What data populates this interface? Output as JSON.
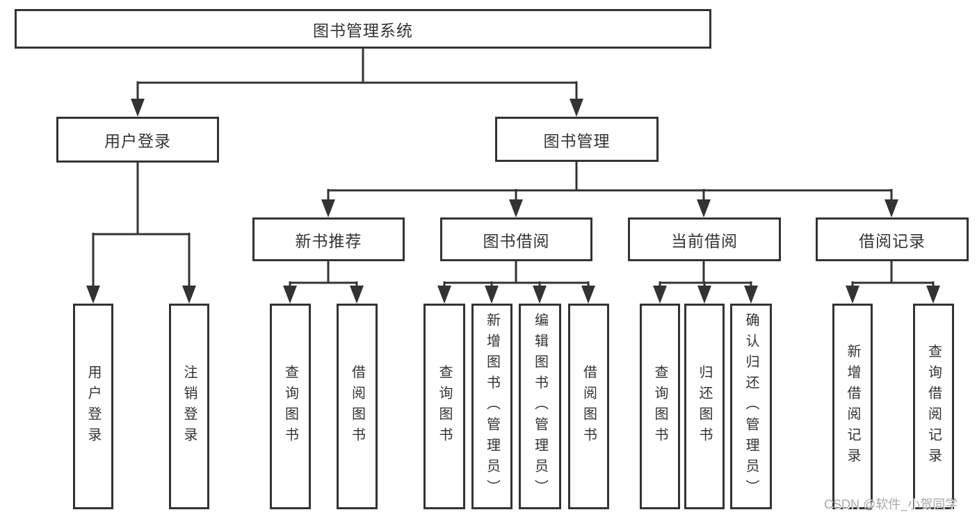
{
  "diagram": {
    "title": "图书管理系统",
    "type": "hierarchy-tree",
    "colors": {
      "line": "#333333",
      "text": "#333333",
      "box_background": "#ffffff",
      "page_background": "#ffffff",
      "watermark": "#a8a8a8"
    },
    "watermark": "CSDN @软件_小贺同学"
  },
  "nodes": {
    "root": {
      "label": "图书管理系统"
    },
    "user_login": {
      "label": "用户登录"
    },
    "book_mgmt": {
      "label": "图书管理"
    },
    "new_book_rec": {
      "label": "新书推荐"
    },
    "book_borrow": {
      "label": "图书借阅"
    },
    "current_borrow": {
      "label": "当前借阅"
    },
    "borrow_records": {
      "label": "借阅记录"
    },
    "leaf_user_login": {
      "label": "用户登录"
    },
    "leaf_logout": {
      "label": "注销登录"
    },
    "leaf_query_book_1": {
      "label": "查询图书"
    },
    "leaf_borrow_book_1": {
      "label": "借阅图书"
    },
    "leaf_query_book_2": {
      "label": "查询图书"
    },
    "leaf_add_book": {
      "label": "新增图书（管理员）"
    },
    "leaf_edit_book": {
      "label": "编辑图书（管理员）"
    },
    "leaf_borrow_book_2": {
      "label": "借阅图书"
    },
    "leaf_query_book_3": {
      "label": "查询图书"
    },
    "leaf_return_book": {
      "label": "归还图书"
    },
    "leaf_confirm_return": {
      "label": "确认归还（管理员）"
    },
    "leaf_add_record": {
      "label": "新增借阅记录"
    },
    "leaf_query_record": {
      "label": "查询借阅记录"
    }
  },
  "edges": [
    [
      "root",
      "user_login"
    ],
    [
      "root",
      "book_mgmt"
    ],
    [
      "user_login",
      "leaf_user_login"
    ],
    [
      "user_login",
      "leaf_logout"
    ],
    [
      "book_mgmt",
      "new_book_rec"
    ],
    [
      "book_mgmt",
      "book_borrow"
    ],
    [
      "book_mgmt",
      "current_borrow"
    ],
    [
      "book_mgmt",
      "borrow_records"
    ],
    [
      "new_book_rec",
      "leaf_query_book_1"
    ],
    [
      "new_book_rec",
      "leaf_borrow_book_1"
    ],
    [
      "book_borrow",
      "leaf_query_book_2"
    ],
    [
      "book_borrow",
      "leaf_add_book"
    ],
    [
      "book_borrow",
      "leaf_edit_book"
    ],
    [
      "book_borrow",
      "leaf_borrow_book_2"
    ],
    [
      "current_borrow",
      "leaf_query_book_3"
    ],
    [
      "current_borrow",
      "leaf_return_book"
    ],
    [
      "current_borrow",
      "leaf_confirm_return"
    ],
    [
      "borrow_records",
      "leaf_add_record"
    ],
    [
      "borrow_records",
      "leaf_query_record"
    ]
  ]
}
